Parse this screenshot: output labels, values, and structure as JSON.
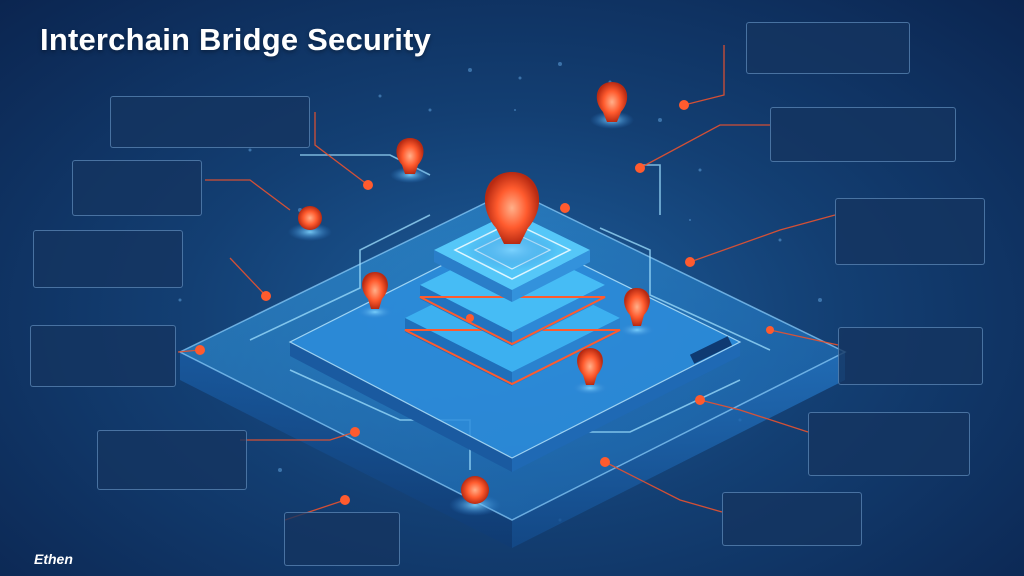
{
  "title": "Interchain Bridge Security",
  "logo": "Ethen",
  "footer_text": "",
  "accent": "#e8522f",
  "callouts": [
    {
      "key": "tl-1",
      "heading": "",
      "body": ""
    },
    {
      "key": "tl-2",
      "heading": "",
      "body": ""
    },
    {
      "key": "tl-3",
      "heading": "",
      "body": ""
    },
    {
      "key": "tl-4",
      "heading": "",
      "body": ""
    },
    {
      "key": "tl-5",
      "heading": "",
      "body": ""
    },
    {
      "key": "bc-1",
      "heading": "",
      "body": ""
    },
    {
      "key": "tr-1",
      "heading": "",
      "body": ""
    },
    {
      "key": "tr-2",
      "heading": "",
      "body": ""
    },
    {
      "key": "tr-3",
      "heading": "",
      "body": ""
    },
    {
      "key": "tr-4",
      "heading": "",
      "body": ""
    },
    {
      "key": "tr-5",
      "heading": "",
      "body": ""
    },
    {
      "key": "tr-6",
      "heading": "",
      "body": ""
    }
  ]
}
